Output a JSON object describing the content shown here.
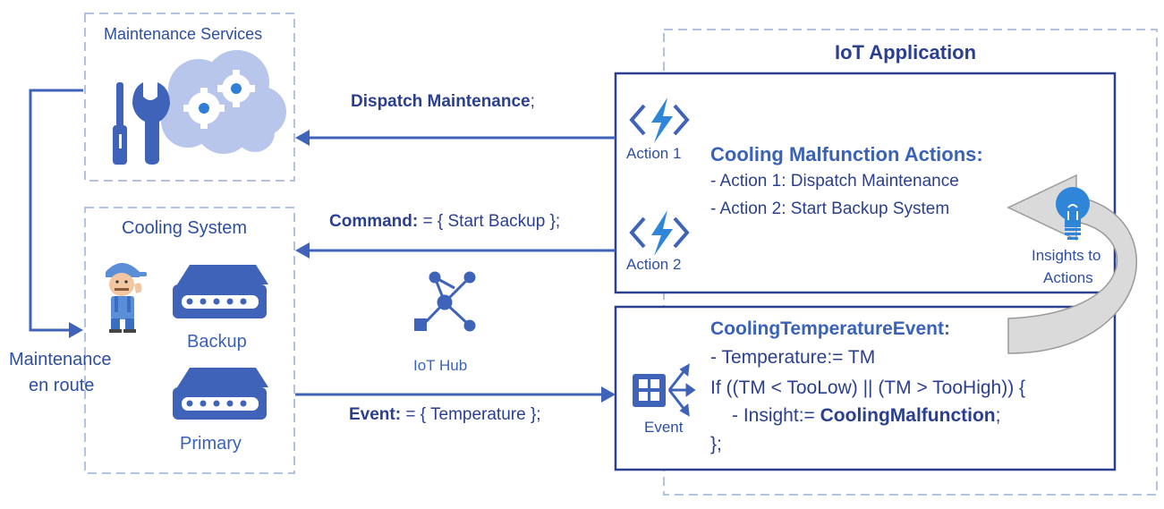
{
  "left": {
    "maintenance_services": {
      "title": "Maintenance Services"
    },
    "cooling_system": {
      "title": "Cooling System",
      "backup_label": "Backup",
      "primary_label": "Primary"
    },
    "maintenance_en_route": {
      "line1": "Maintenance",
      "line2": "en route"
    }
  },
  "messages": {
    "dispatch": {
      "bold": "Dispatch Maintenance",
      "rest": ";"
    },
    "command": {
      "bold": "Command:",
      "rest": " = { Start Backup };"
    },
    "event": {
      "bold": "Event:",
      "rest": " = { Temperature };"
    },
    "iot_hub_label": "IoT Hub"
  },
  "iot_application": {
    "title": "IoT Application",
    "action1_label": "Action 1",
    "action2_label": "Action 2",
    "actions_box": {
      "title": "Cooling Malfunction Actions:",
      "line1": "- Action 1: Dispatch Maintenance",
      "line2": "- Action 2: Start Backup System"
    },
    "insights": {
      "line1": "Insights to",
      "line2": "Actions"
    },
    "event_label": "Event",
    "event_box": {
      "title": "CoolingTemperatureEvent:",
      "line1": "- Temperature:= TM",
      "line2": "If ((TM < TooLow) || (TM > TooHigh)) {",
      "line3_prefix": "- Insight:= ",
      "line3_bold": "CoolingMalfunction",
      "line3_suffix": ";",
      "line4": "};"
    }
  },
  "colors": {
    "primary_blue": "#3f63b8",
    "dark_blue": "#2a3f8f",
    "dashed_border": "#b4c2e2",
    "cloud": "#b7c6ea",
    "lightning": "#2f86d8",
    "gray_arrow": "#d9d9d9"
  }
}
